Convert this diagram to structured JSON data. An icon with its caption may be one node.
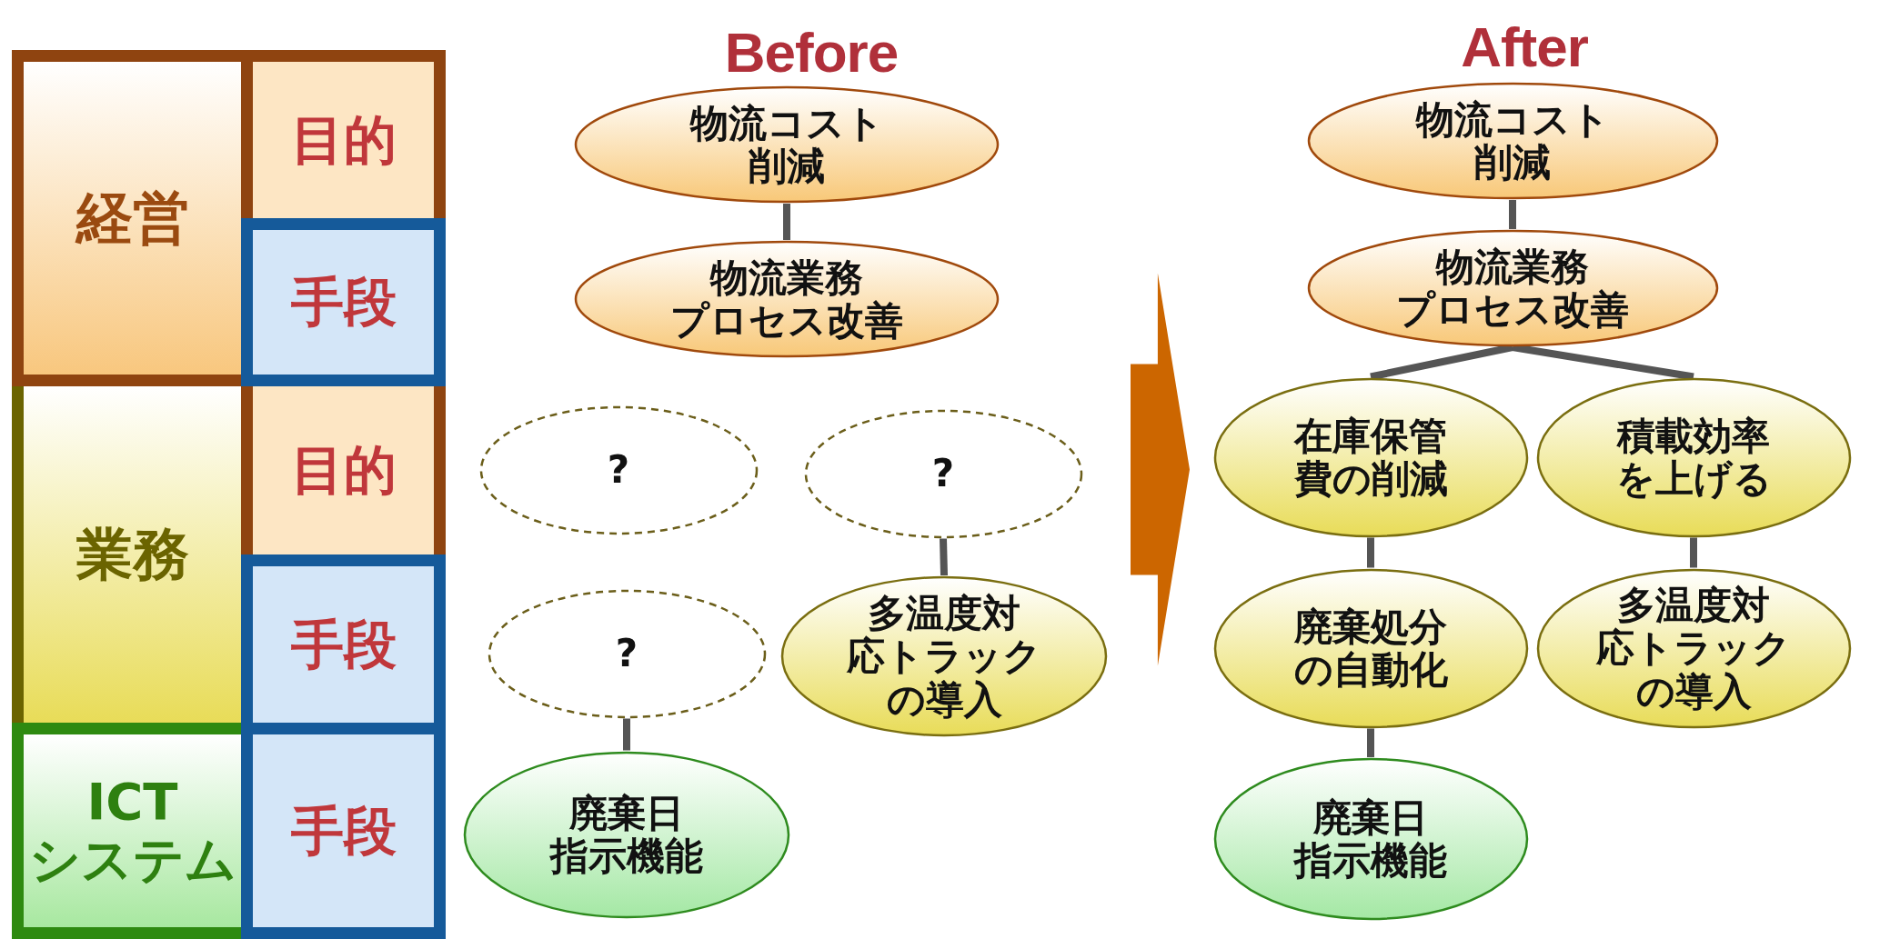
{
  "diagram": {
    "nodes": [
      {
        "text": [
          "経営"
        ]
      },
      {
        "text": [
          "目的"
        ]
      },
      {
        "text": [
          "手段"
        ]
      },
      {
        "text": [
          "業務"
        ]
      },
      {
        "text": [
          "目的"
        ]
      },
      {
        "text": [
          "手段"
        ]
      },
      {
        "text": [
          "ICTシステム"
        ]
      },
      {
        "text": [
          "手段"
        ]
      },
      {
        "text": [
          "Before"
        ]
      },
      {
        "text": [
          "物流コスト削減"
        ],
        "in": 8
      },
      {
        "text": [
          "物流業務プロセス改善"
        ],
        "in": 8
      },
      {
        "text": [
          "?"
        ],
        "in": 8
      },
      {
        "text": [
          "?"
        ],
        "in": 8
      },
      {
        "text": [
          "?"
        ],
        "in": 8
      },
      {
        "text": [
          "多温度対応トラックの導入"
        ],
        "in": 8
      },
      {
        "text": [
          "廃棄日指示機能"
        ],
        "in": 8
      },
      {
        "text": [
          "After"
        ]
      },
      {
        "text": [
          "物流コスト削減"
        ],
        "in": 16
      },
      {
        "text": [
          "物流業務プロセス改善"
        ],
        "in": 16
      },
      {
        "text": [
          "在庫保管費の削減"
        ],
        "in": 16
      },
      {
        "text": [
          "積載効率を上げる"
        ],
        "in": 16
      },
      {
        "text": [
          "廃棄処分の自動化"
        ],
        "in": 16
      },
      {
        "text": [
          "多温度対応トラックの導入"
        ],
        "in": 16
      },
      {
        "text": [
          "廃棄日指示機能"
        ],
        "in": 16
      }
    ],
    "edges": [
      {
        "from": 9,
        "to": 10,
        "arrow": "none"
      },
      {
        "from": 12,
        "to": 14,
        "arrow": "none"
      },
      {
        "from": 13,
        "to": 15,
        "arrow": "none"
      },
      {
        "from": 8,
        "to": 16,
        "arrow": "to",
        "color": "#cc6600"
      },
      {
        "from": 17,
        "to": 18,
        "arrow": "none"
      },
      {
        "from": 18,
        "to": 19,
        "arrow": "none"
      },
      {
        "from": 18,
        "to": 20,
        "arrow": "none"
      },
      {
        "from": 19,
        "to": 21,
        "arrow": "none"
      },
      {
        "from": 20,
        "to": 22,
        "arrow": "none"
      },
      {
        "from": 21,
        "to": 23,
        "arrow": "none"
      }
    ]
  }
}
